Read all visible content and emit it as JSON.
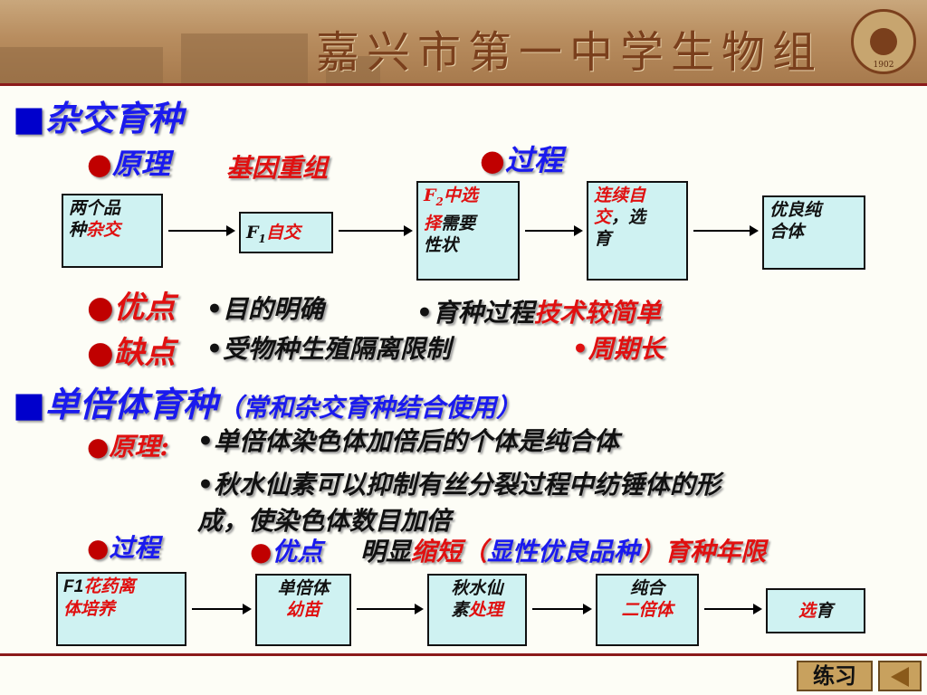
{
  "header": {
    "title": "嘉兴市第一中学生物组",
    "emblem_year": "1902"
  },
  "section1": {
    "title": "杂交育种",
    "principle_label": "原理",
    "principle_value": "基因重组",
    "process_label": "过程",
    "flow": {
      "box1_a": "两个品",
      "box1_b": "种",
      "box1_c": "杂交",
      "box2_f": "F",
      "box2_sub": "1",
      "box2_rest": "自交",
      "box3_f": "F",
      "box3_sub": "2",
      "box3_a": "中选",
      "box3_b": "择",
      "box3_c": "需要",
      "box3_d": "性状",
      "box4_a": "连续自",
      "box4_b": "交",
      "box4_c": "，选",
      "box4_d": "育",
      "box5_a": "优良纯",
      "box5_b": "合体"
    },
    "pros_label": "优点",
    "pros_1": "•目的明确",
    "pros_2a": "•育种过程",
    "pros_2b": "技术较简单",
    "cons_label": "缺点",
    "cons_1": "•受物种生殖隔离限制",
    "cons_2": "•周期长"
  },
  "section2": {
    "title": "单倍体育种",
    "subtitle": "（常和杂交育种结合使用）",
    "principle_label": "原理:",
    "principle_1": "•单倍体染色体加倍后的个体是纯合体",
    "principle_2a": "•秋水仙素可以抑制有丝分裂过程中纺锤体的形",
    "principle_2b": "成，使染色体数目加倍",
    "process_label": "过程",
    "pros_label": "优点",
    "pros_a": "明显",
    "pros_b": "缩短",
    "pros_c": "（",
    "pros_d": "显性优良品种",
    "pros_e": "）育种年限",
    "flow": {
      "box1_a": "F1",
      "box1_b": "花药离",
      "box1_c": "体培养",
      "box2_a": "单倍体",
      "box2_b": "幼苗",
      "box3_a": "秋水仙",
      "box3_b": "素",
      "box3_c": "处理",
      "box4_a": "纯合",
      "box4_b": "二倍体",
      "box5_a": "选",
      "box5_b": "育"
    }
  },
  "nav": {
    "exercise": "练习",
    "back_icon": "back-arrow-icon"
  }
}
